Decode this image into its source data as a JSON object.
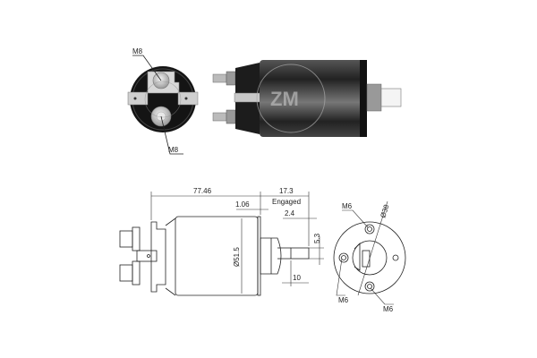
{
  "photos": {
    "end_view": {
      "top_terminal": "M8",
      "bottom_terminal": "M8"
    },
    "side_view": {
      "logo": "ZM"
    }
  },
  "drawing": {
    "side": {
      "overall_length": "77.46",
      "flange_offset": "1.06",
      "plunger_travel": "17.3",
      "plunger_state": "Engaged",
      "tip_offset": "2.4",
      "tip_height": "5.3",
      "tip_length": "10",
      "body_diameter": "Ø51.5"
    },
    "end": {
      "hole_top": "M6",
      "hole_left": "M6",
      "hole_bottom": "M6",
      "pcd": "Ø38"
    }
  },
  "colors": {
    "background": "#ffffff",
    "line": "#222222",
    "body_dark": "#1a1a1a"
  }
}
